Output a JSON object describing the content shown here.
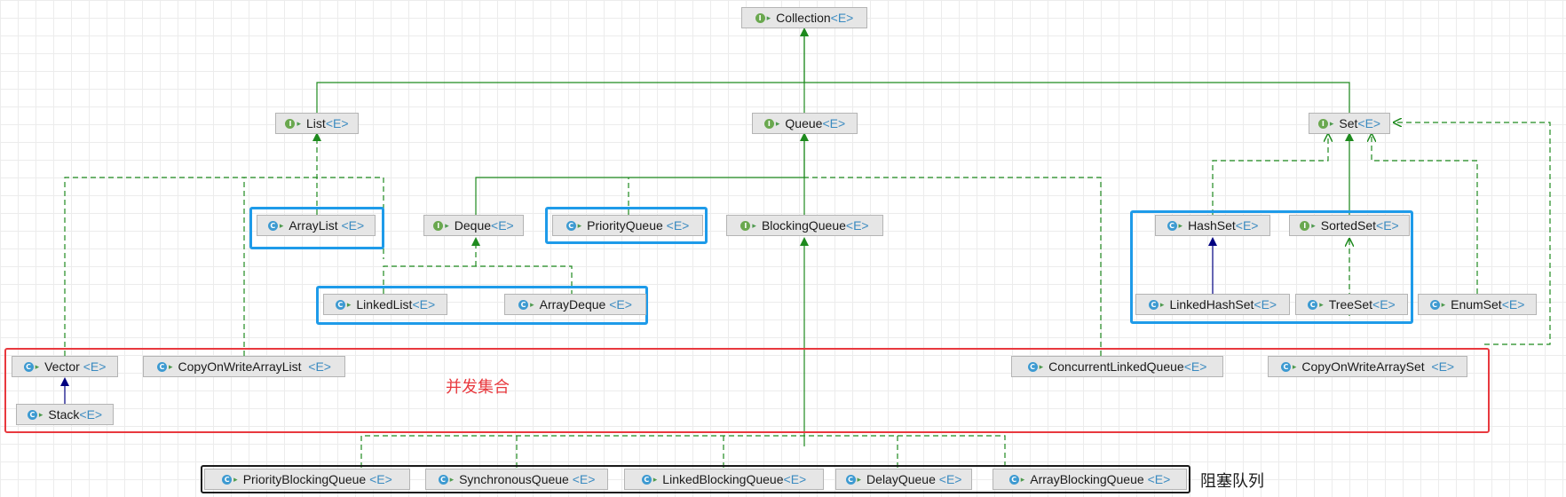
{
  "nodes": [
    {
      "id": "collection",
      "kind": "interface",
      "name": "Collection"
    },
    {
      "id": "list",
      "kind": "interface",
      "name": "List"
    },
    {
      "id": "queue",
      "kind": "interface",
      "name": "Queue"
    },
    {
      "id": "set",
      "kind": "interface",
      "name": "Set"
    },
    {
      "id": "arraylist",
      "kind": "class",
      "name": "ArrayList "
    },
    {
      "id": "deque",
      "kind": "interface",
      "name": "Deque"
    },
    {
      "id": "priorityqueue",
      "kind": "class",
      "name": "PriorityQueue "
    },
    {
      "id": "blockingqueue",
      "kind": "interface",
      "name": "BlockingQueue"
    },
    {
      "id": "hashset",
      "kind": "class",
      "name": "HashSet"
    },
    {
      "id": "sortedset",
      "kind": "interface",
      "name": "SortedSet"
    },
    {
      "id": "linkedlist",
      "kind": "class",
      "name": "LinkedList"
    },
    {
      "id": "arraydeque",
      "kind": "class",
      "name": "ArrayDeque "
    },
    {
      "id": "linkedhashset",
      "kind": "class",
      "name": "LinkedHashSet"
    },
    {
      "id": "treeset",
      "kind": "class",
      "name": "TreeSet"
    },
    {
      "id": "enumset",
      "kind": "class",
      "name": "EnumSet"
    },
    {
      "id": "vector",
      "kind": "class",
      "name": "Vector "
    },
    {
      "id": "cowal",
      "kind": "class",
      "name": "CopyOnWriteArrayList  "
    },
    {
      "id": "clq",
      "kind": "class",
      "name": "ConcurrentLinkedQueue"
    },
    {
      "id": "cowas",
      "kind": "class",
      "name": "CopyOnWriteArraySet  "
    },
    {
      "id": "stack",
      "kind": "class",
      "name": "Stack"
    },
    {
      "id": "pbq",
      "kind": "class",
      "name": "PriorityBlockingQueue "
    },
    {
      "id": "sq",
      "kind": "class",
      "name": "SynchronousQueue "
    },
    {
      "id": "lbq",
      "kind": "class",
      "name": "LinkedBlockingQueue"
    },
    {
      "id": "dq",
      "kind": "class",
      "name": "DelayQueue "
    },
    {
      "id": "abq",
      "kind": "class",
      "name": "ArrayBlockingQueue "
    }
  ],
  "generic_param": "<E>",
  "labels": {
    "concurrent": "并发集合",
    "blocking": "阻塞队列"
  },
  "colors": {
    "extends": "#1e8a1e",
    "implements": "#1e8a1e",
    "subclass": "#000080",
    "group_blue": "#1e9be9",
    "group_red": "#e8393e",
    "group_black": "#1a1a1a",
    "concurrent_label": "#e8393e"
  }
}
